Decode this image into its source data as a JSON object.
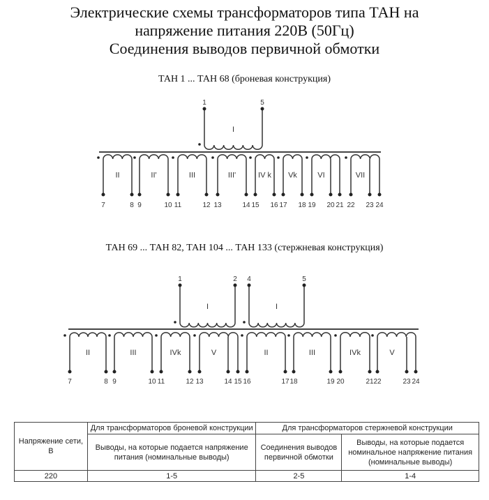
{
  "title": {
    "line1": "Электрические схемы трансформаторов типа ТАН на",
    "line2": "напряжение питания 220В (50Гц)",
    "line3": "Соединения выводов первичной обмотки"
  },
  "diagram1": {
    "caption": "ТАН 1 ... ТАН 68 (броневая конструкция)",
    "primary": [
      {
        "label": "I",
        "pins": [
          "1",
          "5"
        ]
      }
    ],
    "secondary": [
      {
        "label": "II",
        "pins": [
          "7",
          "8"
        ]
      },
      {
        "label": "II'",
        "pins": [
          "9",
          "10"
        ]
      },
      {
        "label": "III",
        "pins": [
          "11",
          "12"
        ]
      },
      {
        "label": "III'",
        "pins": [
          "13",
          "14"
        ]
      },
      {
        "label": "IV k",
        "pins": [
          "15",
          "16"
        ]
      },
      {
        "label": "Vk",
        "pins": [
          "17",
          "18"
        ]
      },
      {
        "label": "VI",
        "pins": [
          "19",
          "20",
          "21"
        ]
      },
      {
        "label": "VII",
        "pins": [
          "22",
          "23",
          "24"
        ]
      }
    ]
  },
  "diagram2": {
    "caption": "ТАН 69 ... ТАН 82, ТАН 104 ... ТАН 133  (стержневая конструкция)",
    "primary": [
      {
        "label": "I",
        "pins": [
          "1",
          "2"
        ]
      },
      {
        "label": "I",
        "pins": [
          "4",
          "5"
        ]
      }
    ],
    "secondary": [
      {
        "label": "II",
        "pins": [
          "7",
          "8"
        ]
      },
      {
        "label": "III",
        "pins": [
          "9",
          "10"
        ]
      },
      {
        "label": "IVk",
        "pins": [
          "11",
          "12"
        ]
      },
      {
        "label": "V",
        "pins": [
          "13",
          "14",
          "15"
        ]
      },
      {
        "label": "II",
        "pins": [
          "16",
          "17"
        ]
      },
      {
        "label": "III",
        "pins": [
          "18",
          "19"
        ]
      },
      {
        "label": "IVk",
        "pins": [
          "20",
          "21"
        ]
      },
      {
        "label": "V",
        "pins": [
          "22",
          "23",
          "24"
        ]
      }
    ]
  },
  "table": {
    "col_voltage": "Напряжение сети, В",
    "group_armor": "Для трансформаторов броневой конструкции",
    "group_core": "Для трансформаторов стержневой конструкции",
    "armor_terminals": "Выводы, на которые подается напряжение питания (номинальные выводы)",
    "core_connections": "Соединения выводов первичной обмотки",
    "core_terminals": "Выводы, на которые подается номинальное напряжение питания (номинальные выводы)",
    "row": {
      "voltage": "220",
      "armor": "1-5",
      "core_conn": "2-5",
      "core_term": "1-4"
    }
  }
}
